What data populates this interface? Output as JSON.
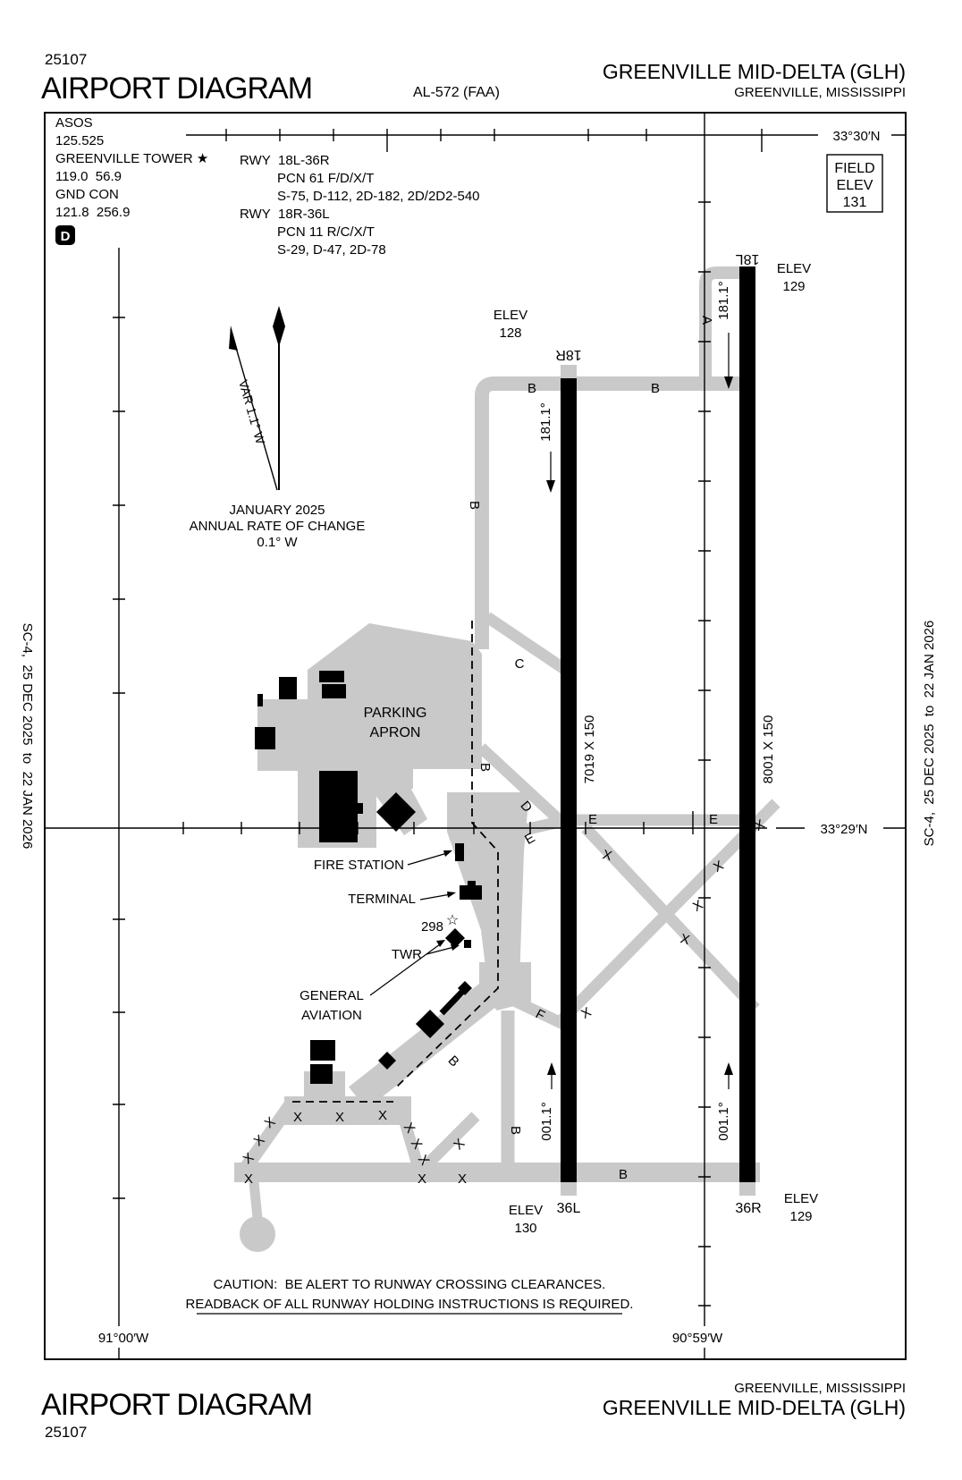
{
  "colors": {
    "pavement": "#c9c9c9",
    "ink": "#000000",
    "background": "#ffffff"
  },
  "header": {
    "chart_number": "25107",
    "title": "AIRPORT DIAGRAM",
    "procedure": "AL-572 (FAA)",
    "airport": "GREENVILLE MID-DELTA (GLH)",
    "city": "GREENVILLE, MISSISSIPPI"
  },
  "footer": {
    "chart_number": "25107",
    "title": "AIRPORT DIAGRAM",
    "airport": "GREENVILLE MID-DELTA (GLH)",
    "city": "GREENVILLE, MISSISSIPPI"
  },
  "margins": {
    "left": "SC-4,  25 DEC 2025  to  22 JAN 2026",
    "right": "SC-4,  25 DEC 2025  to  22 JAN 2026"
  },
  "comm": {
    "l1": "ASOS",
    "l2": "125.525",
    "l3": "GREENVILLE TOWER ★",
    "l4": "119.0  56.9",
    "l5": "GND CON",
    "l6": "121.8  256.9",
    "class_d": "D"
  },
  "rwy_data": {
    "r1": "RWY  18L-36R",
    "r1_pcn": "PCN 61 F/D/X/T",
    "r1_str": "S-75, D-112, 2D-182, 2D/2D2-540",
    "r2": "RWY  18R-36L",
    "r2_pcn": "PCN 11 R/C/X/T",
    "r2_str": "S-29, D-47, 2D-78"
  },
  "field_elev": {
    "t1": "FIELD",
    "t2": "ELEV",
    "t3": "131"
  },
  "north": {
    "var": "VAR 1.1° W",
    "month": "JANUARY 2025",
    "rate": "ANNUAL RATE OF CHANGE",
    "amt": "0.1° W"
  },
  "geo": {
    "lat_top": "33°30′N",
    "lat_bot": "33°29′N",
    "lon_left": "91°00′W",
    "lon_right": "90°59′W"
  },
  "runways": {
    "n18r": "18R",
    "n18l": "18L",
    "n36l": "36L",
    "n36r": "36R",
    "dim_18r_36l": "7019 X 150",
    "dim_18l_36r": "8001 X 150",
    "hdg_south": "181.1°",
    "hdg_north": "001.1°"
  },
  "elev": {
    "word": "ELEV",
    "e128": "128",
    "e129": "129",
    "e130": "130"
  },
  "apron": {
    "l1": "PARKING",
    "l2": "APRON"
  },
  "poi": {
    "fire": "FIRE STATION",
    "terminal": "TERMINAL",
    "twr": "TWR",
    "ga1": "GENERAL",
    "ga2": "AVIATION",
    "obst": "298"
  },
  "caution": {
    "l1": "CAUTION:  BE ALERT TO RUNWAY CROSSING CLEARANCES.",
    "l2": "READBACK OF ALL RUNWAY HOLDING INSTRUCTIONS IS REQUIRED."
  },
  "twy": [
    {
      "t": "B"
    },
    {
      "t": "B"
    },
    {
      "t": "A"
    },
    {
      "t": "B"
    },
    {
      "t": "B"
    },
    {
      "t": "C"
    },
    {
      "t": "D"
    },
    {
      "t": "E"
    },
    {
      "t": "E"
    },
    {
      "t": "E"
    },
    {
      "t": "B"
    },
    {
      "t": "B"
    },
    {
      "t": "B"
    },
    {
      "t": "F"
    }
  ],
  "marks": {
    "closed": "X"
  },
  "icons": {
    "obstacle_star": "☆"
  }
}
